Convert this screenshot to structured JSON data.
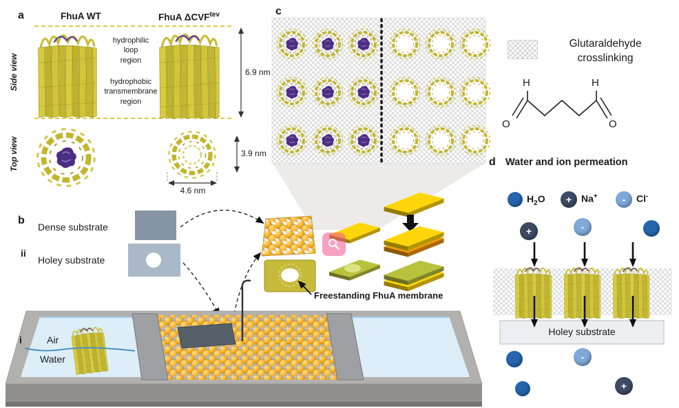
{
  "panel_a": {
    "label": "a",
    "col1_title": "FhuA WT",
    "col2_title_base": "FhuA ΔCVF",
    "col2_title_sup": "tev",
    "side_view": "Side view",
    "top_view": "Top view",
    "hydrophilic_region": "hydrophilic\nloop\nregion",
    "hydrophobic_region": "hydrophobic\ntransmembrane\nregion",
    "dim_total_height": "6.9 nm",
    "dim_pore_height": "3.9 nm",
    "dim_pore_width": "4.6 nm"
  },
  "panel_b": {
    "label": "b",
    "numeral_ii": "ii",
    "numeral_i": "i",
    "dense_substrate": "Dense substrate",
    "holey_substrate": "Holey substrate",
    "air": "Air",
    "water": "Water",
    "freestanding": "Freestanding FhuA membrane"
  },
  "panel_c": {
    "label": "c"
  },
  "glutaraldehyde": {
    "title": "Glutaraldehyde\ncrosslinking",
    "atom_h": "H",
    "atom_o": "O"
  },
  "panel_d": {
    "label": "d",
    "title": "Water and ion permeation",
    "legend": {
      "h2o_base": "H",
      "h2o_sub": "2",
      "h2o_end": "O",
      "na_base": "Na",
      "na_sup": "+",
      "cl_base": "Cl",
      "cl_sup": "-"
    },
    "plus": "+",
    "minus": "-",
    "holey_substrate": "Holey substrate",
    "colors": {
      "h2o": "#2565ae",
      "na": "#3d4a63",
      "cl": "#7fa9d9"
    }
  }
}
